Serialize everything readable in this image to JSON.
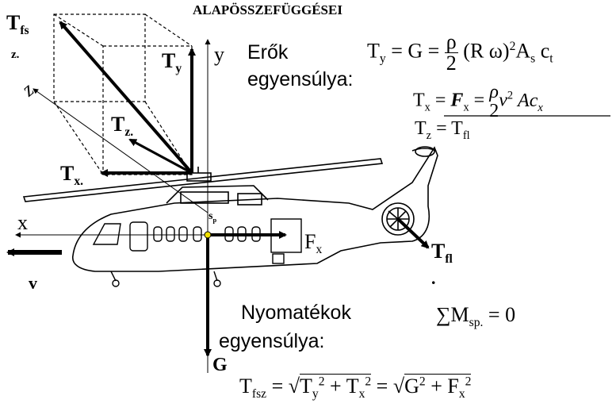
{
  "title": "ALAPÖSSZEFÜGGÉSEI",
  "labels": {
    "t_fs": "T",
    "t_fs_sub": "fs",
    "z_dot": "z.",
    "t_y": "T",
    "t_y_sub": "y",
    "y_axis": "y",
    "z_axis": "z",
    "t_z": "T",
    "t_z_sub": "z.",
    "t_x": "T",
    "t_x_sub": "x.",
    "x_axis": "x",
    "s_p": "s",
    "s_p_sub": "p",
    "f_x": "F",
    "f_x_sub": "x",
    "v": "v",
    "t_fl": "T",
    "t_fl_sub": "fl",
    "g": "G",
    "dot": "."
  },
  "sections": {
    "forces_line1": "Erők",
    "forces_line2": "egyensúlya:",
    "moments_line1": "Nyomatékok",
    "moments_line2": "egyensúlya:"
  },
  "equations": {
    "eq_ty": "T<sub>y</sub> = G = <span style='display:inline-block;vertical-align:middle;text-align:center'><span style='display:block;border-bottom:1.5px solid #000;padding:0 2px'>ρ</span><span style='display:block'>2</span></span> (R ω)<sup>2</sup>A<sub>s</sub> c<sub>t</sub>",
    "eq_tx": "T<sub>x</sub> = <i><b>F</b></i><sub>x</sub> = <span style='display:inline-block;vertical-align:middle;text-align:center'><span style='display:block;font-style:italic'>ρ</span><span style='display:block'>2</span></span><i>v</i><sup>2</sup> <i>Ac<sub>x</sub></i>",
    "eq_tz": "T<sub>z</sub> = T<sub>fl</sub>",
    "eq_moment": "∑M<sub>sp.</sub> = 0",
    "eq_tfsz": "T<sub>fsz</sub> = √<span style='border-top:1.5px solid #000'>T<sub>y</sub><sup>2</sup> + T<sub>x</sub><sup>2</sup></span> = √<span style='border-top:1.5px solid #000'>G<sup>2</sup> + F<sub>x</sub><sup>2</sup></span>"
  }
}
